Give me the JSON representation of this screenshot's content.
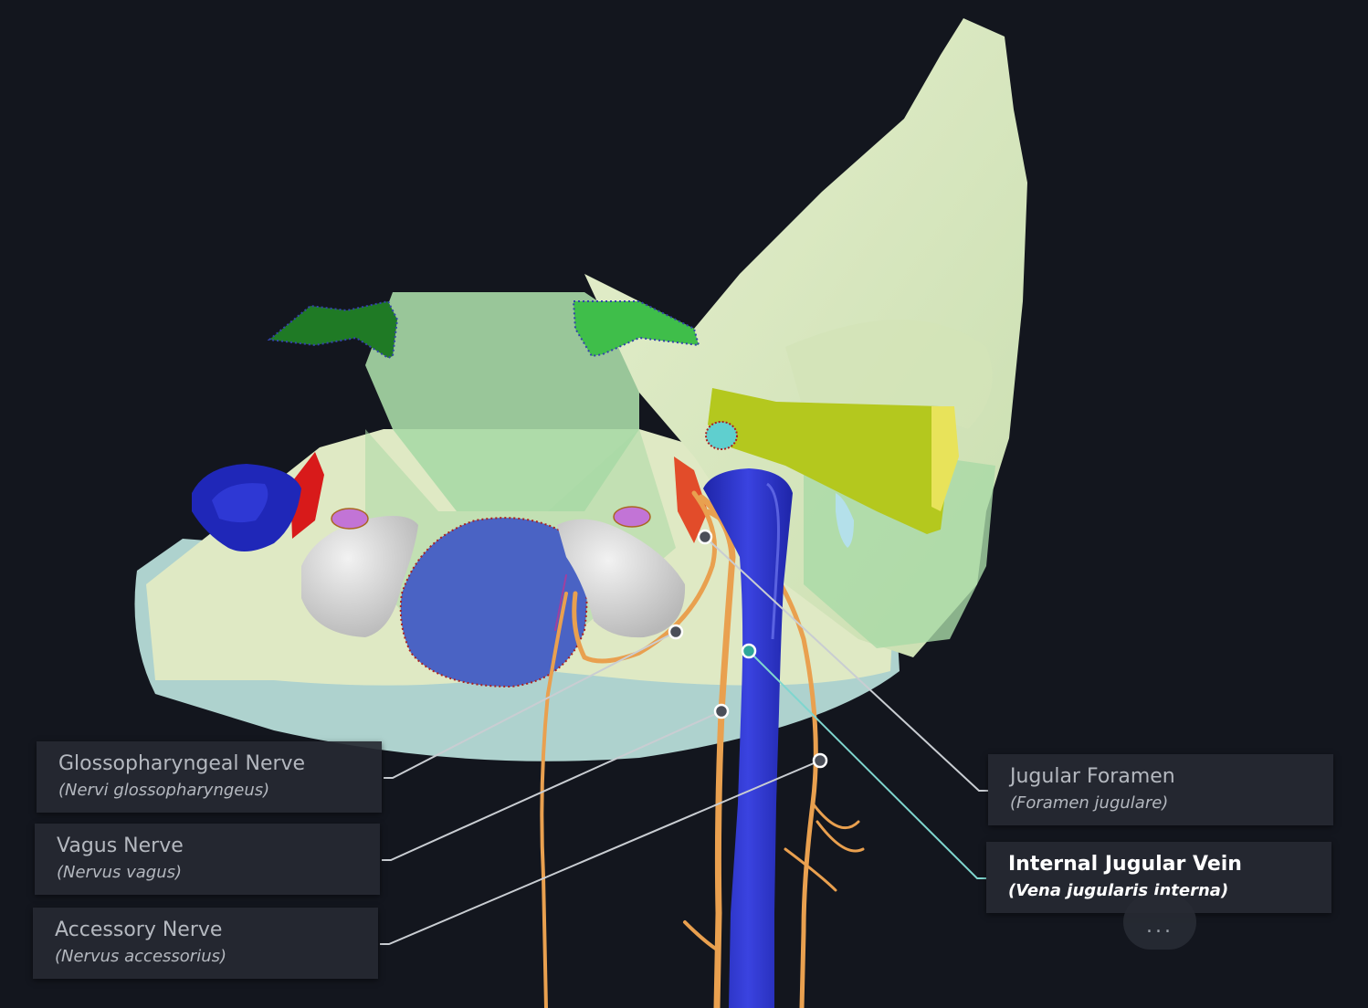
{
  "labels": {
    "glossopharyngeal": {
      "common": "Glossopharyngeal Nerve",
      "latin": "(Nervi glossopharyngeus)"
    },
    "vagus": {
      "common": "Vagus Nerve",
      "latin": "(Nervus vagus)"
    },
    "accessory": {
      "common": "Accessory Nerve",
      "latin": "(Nervus accessorius)"
    },
    "jugular_foramen": {
      "common": "Jugular Foramen",
      "latin": "(Foramen jugulare)"
    },
    "internal_jugular_vein": {
      "common": "Internal Jugular Vein",
      "latin": "(Vena jugularis interna)",
      "selected": true
    }
  },
  "more_button": {
    "label": "..."
  },
  "colors": {
    "background": "#13161e",
    "bone_pale": "#dfe9c4",
    "bone_green": "#a9d9a6",
    "bone_blue": "#b8dede",
    "vein": "#2d35d0",
    "nerve": "#e9a04f",
    "foramen_magnum": "#4a63c4",
    "condyle": "#d8d8d8",
    "highlight_green": "#3fbe4a",
    "yellow_green": "#b4c81e",
    "leader_line": "#c9cdd2",
    "active_leader_line": "#7fd6cf"
  }
}
